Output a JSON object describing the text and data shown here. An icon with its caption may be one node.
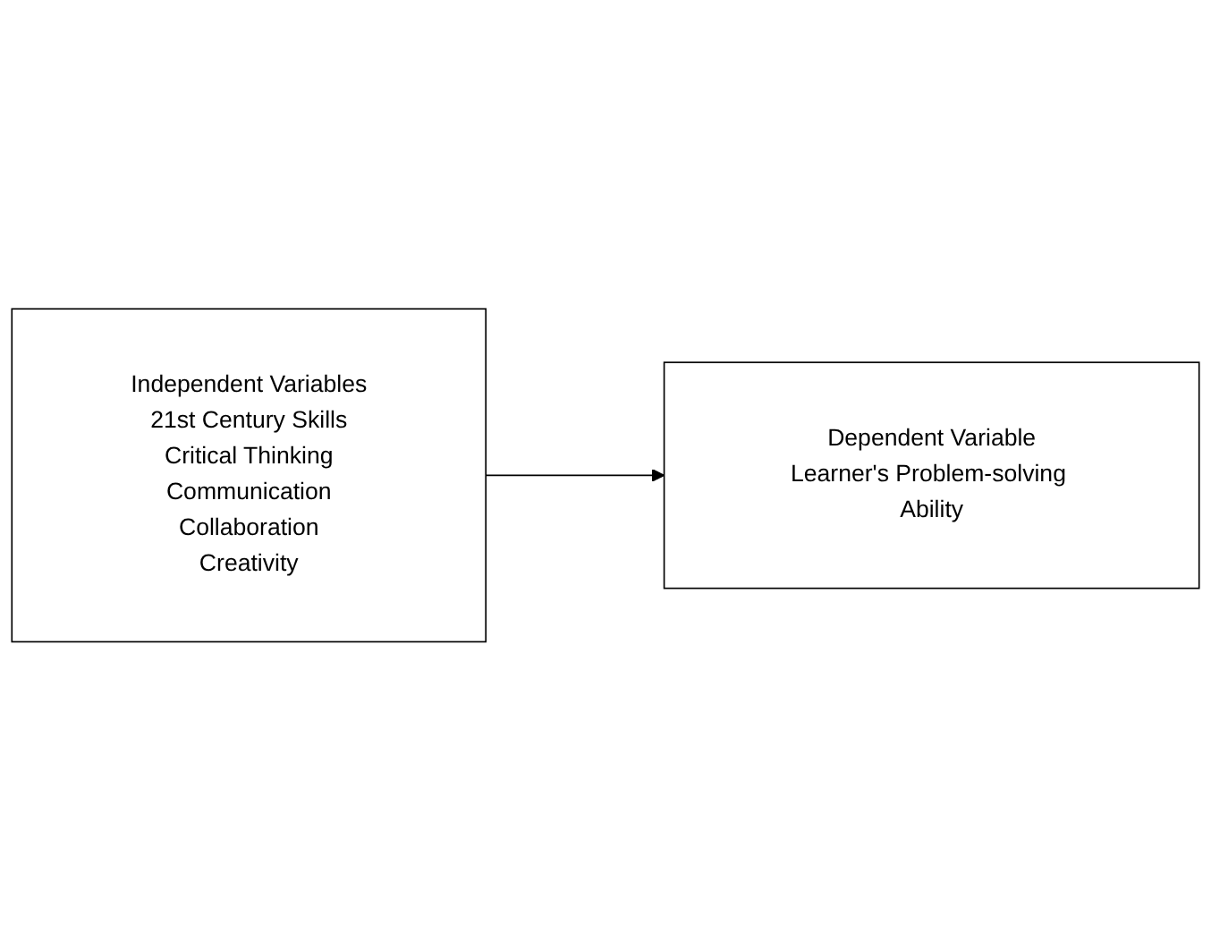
{
  "diagram": {
    "nodes": [
      {
        "text": [
          "Independent Variables",
          "21st Century Skills",
          "Critical Thinking",
          "Communication",
          "Collaboration",
          "Creativity"
        ]
      },
      {
        "text": [
          "Dependent Variable",
          "Learner's Problem-solving Ability"
        ]
      }
    ],
    "edges": [
      {
        "from": 0,
        "to": 1,
        "arrow": "to"
      }
    ]
  }
}
